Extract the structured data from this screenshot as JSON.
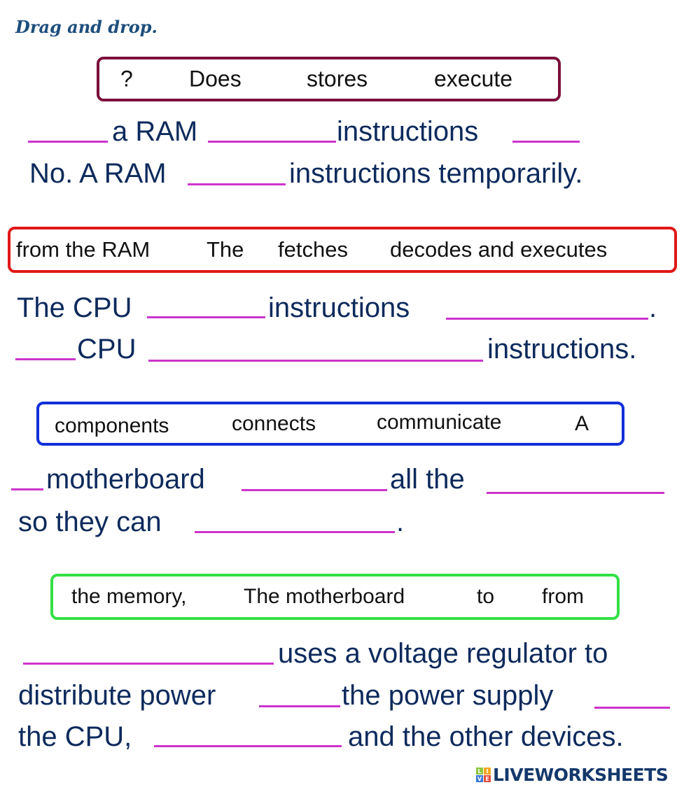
{
  "title": "Drag and drop.",
  "colors": {
    "blank": "#cc33cc",
    "text": "#0d2a5c",
    "bank1": "#7a0f3a",
    "bank2": "#e01818",
    "bank3": "#1030d8",
    "bank4": "#33e044"
  },
  "sections": [
    {
      "bank": [
        "?",
        "Does",
        "stores",
        "execute"
      ],
      "sentences": [
        [
          "a RAM",
          "instructions"
        ],
        [
          "No. A RAM",
          "instructions temporarily."
        ]
      ]
    },
    {
      "bank": [
        "from the RAM",
        "The",
        "fetches",
        "decodes and executes"
      ],
      "sentences": [
        [
          "The CPU",
          "instructions",
          "."
        ],
        [
          "CPU",
          "instructions."
        ]
      ]
    },
    {
      "bank": [
        "components",
        "connects",
        "communicate",
        "A"
      ],
      "sentences": [
        [
          "motherboard",
          "all the"
        ],
        [
          "so they can",
          "."
        ]
      ]
    },
    {
      "bank": [
        "the memory,",
        "The motherboard",
        "to",
        "from"
      ],
      "sentences": [
        [
          "uses a voltage regulator to"
        ],
        [
          "distribute power",
          "the power supply"
        ],
        [
          "the CPU,",
          "and the other devices."
        ]
      ]
    }
  ],
  "logo": {
    "text": "LIVEWORKSHEETS",
    "letters": [
      "L",
      "I",
      "V",
      "E"
    ]
  }
}
